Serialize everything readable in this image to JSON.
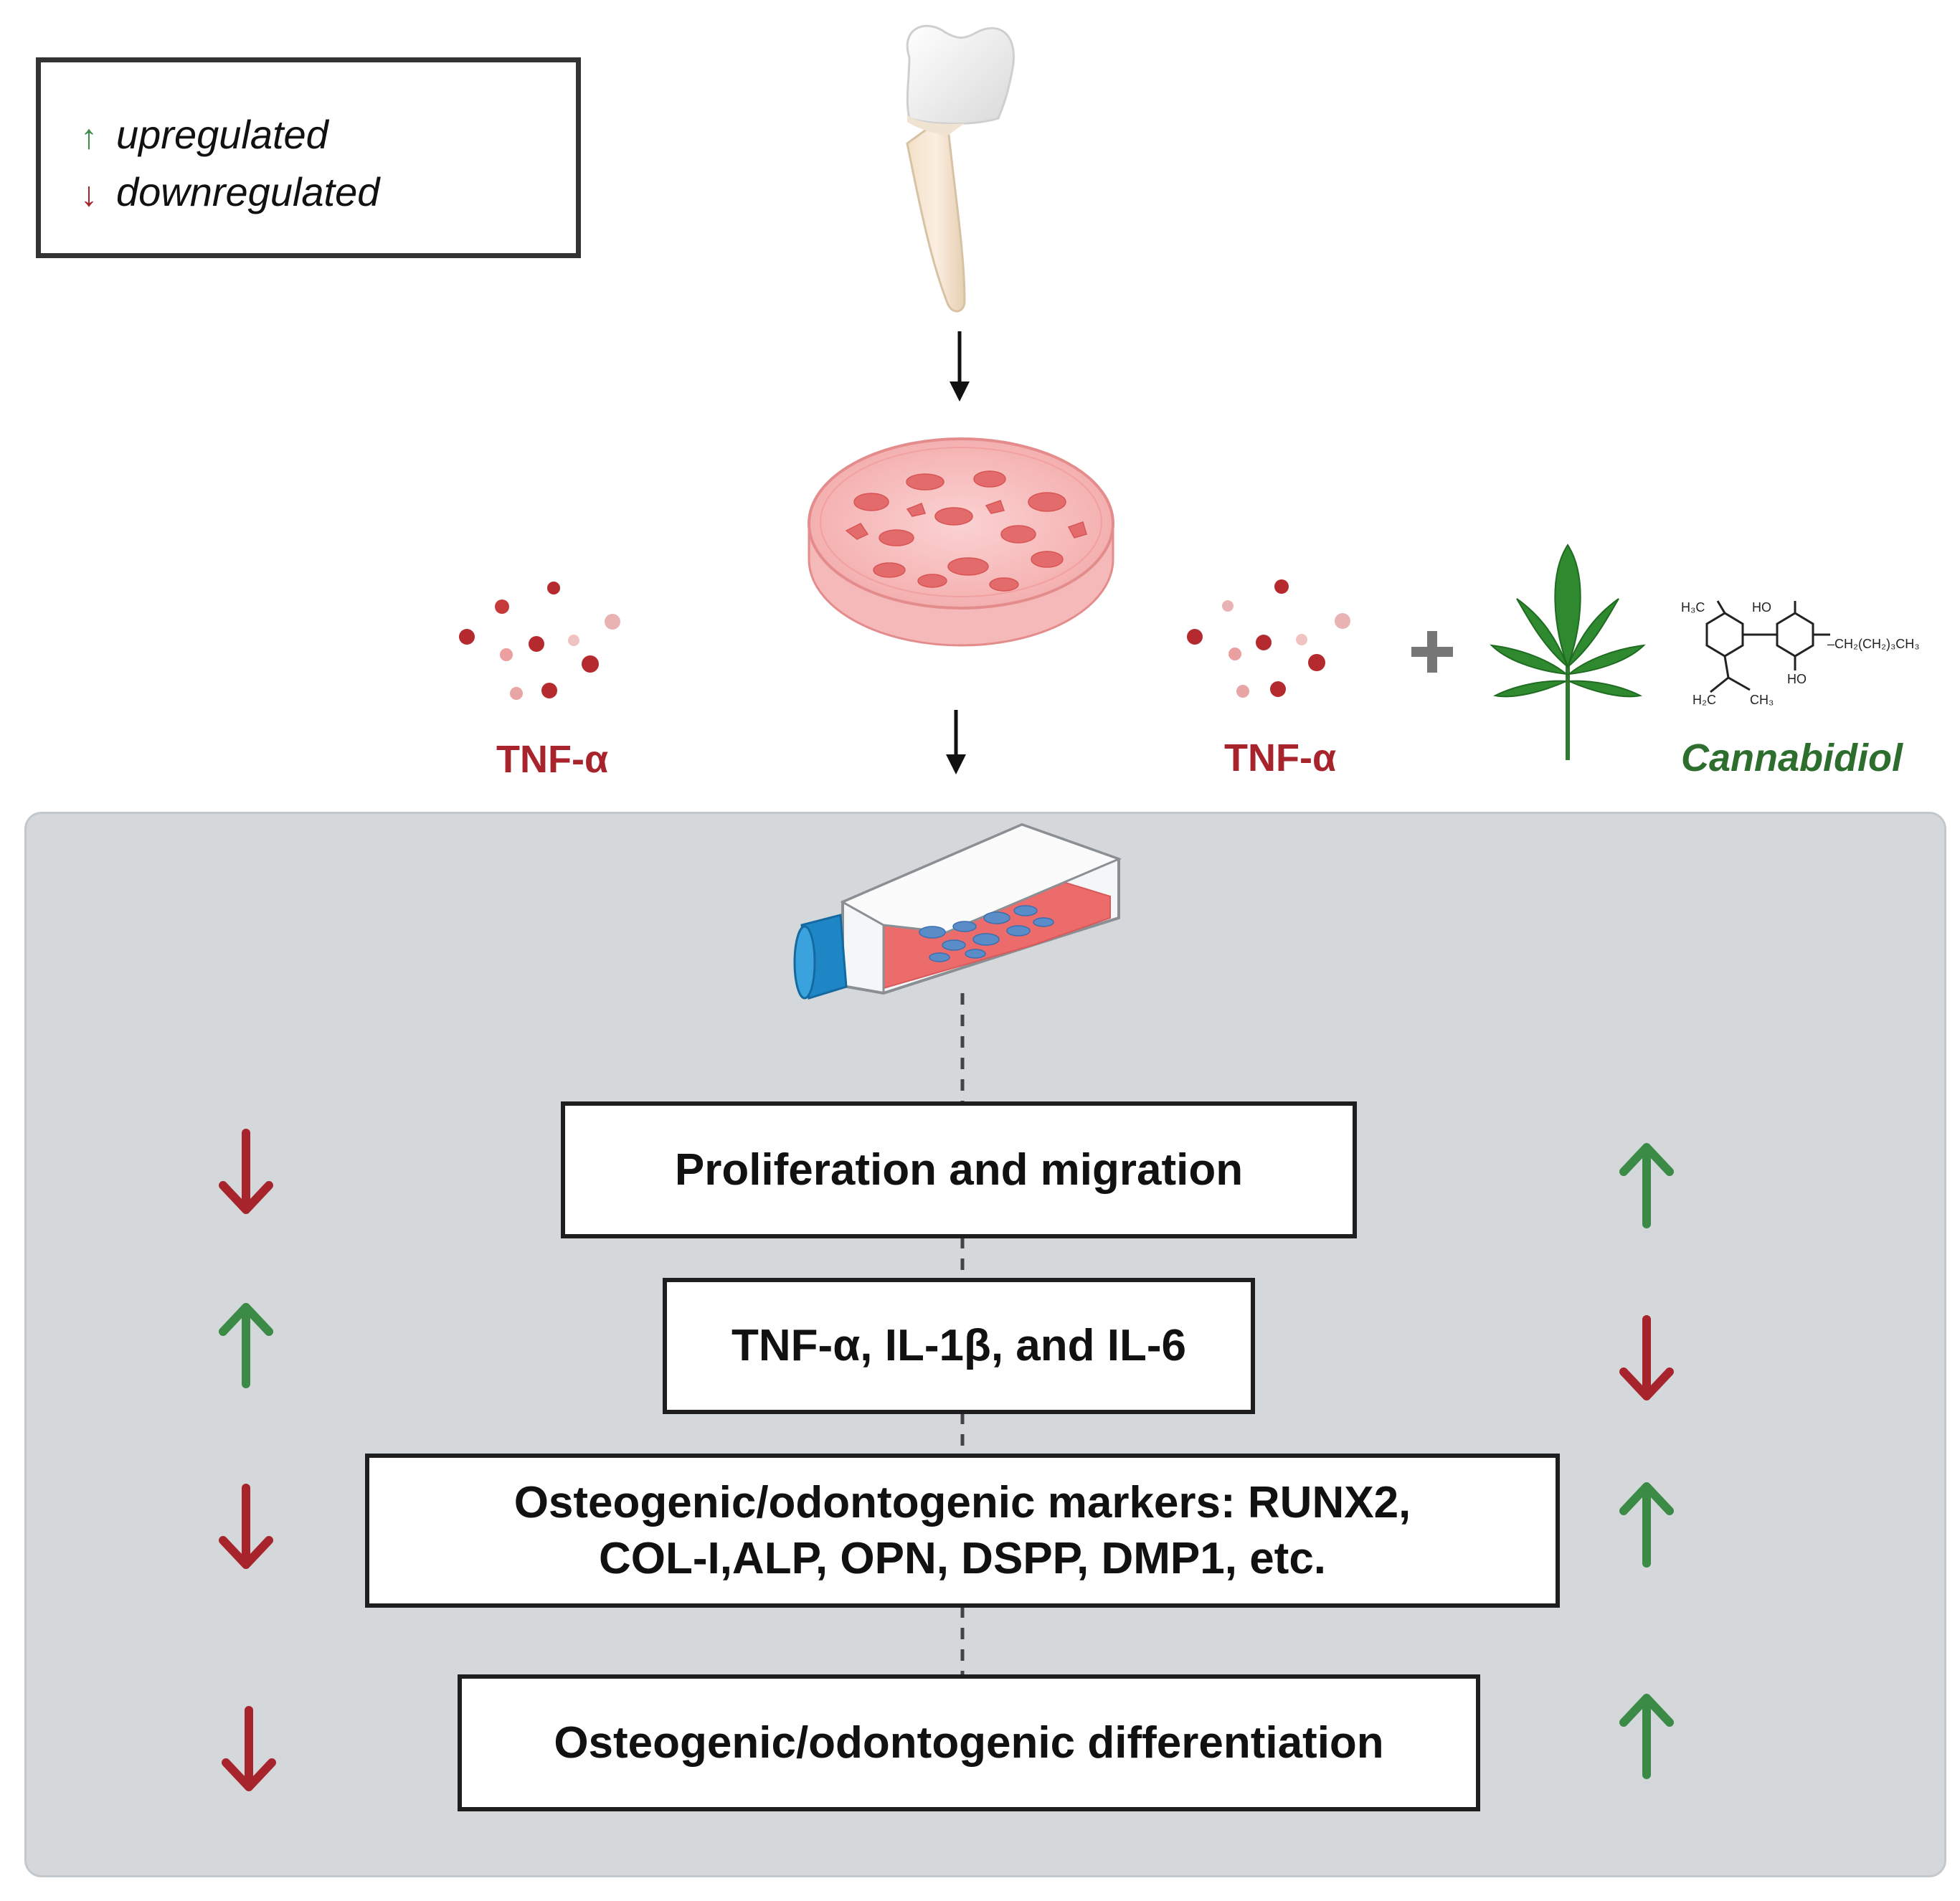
{
  "legend": {
    "up_label": "upregulated",
    "down_label": "downregulated",
    "up_glyph": "↑",
    "down_glyph": "↓",
    "up_color": "#3b8a46",
    "down_color": "#a8242c"
  },
  "left_treatment": {
    "label": "TNF-α"
  },
  "right_treatment": {
    "label": "TNF-α",
    "plus": "+",
    "compound_label": "Cannabidiol",
    "structure_labels": {
      "h3c": "H₃C",
      "ho_top": "HO",
      "chain": "–CH₂(CH₂)₃CH₃",
      "ho_bottom": "HO",
      "h2c": "H₂C",
      "ch3": "CH₃"
    }
  },
  "results": [
    {
      "label": "Proliferation and migration",
      "left": "down",
      "right": "up"
    },
    {
      "label": "TNF-α, IL-1β, and IL-6",
      "left": "up",
      "right": "down"
    },
    {
      "label_line1": "Osteogenic/odontogenic markers: RUNX2,",
      "label_line2": "COL-I,ALP, OPN, DSPP, DMP1, etc.",
      "left": "down",
      "right": "up"
    },
    {
      "label": "Osteogenic/odontogenic differentiation",
      "left": "down",
      "right": "up"
    }
  ],
  "colors": {
    "panel": "#d5d8db",
    "up": "#3b8a46",
    "down": "#a8242c",
    "tnf": "#a8242c",
    "cbd": "#2d6e2e"
  }
}
